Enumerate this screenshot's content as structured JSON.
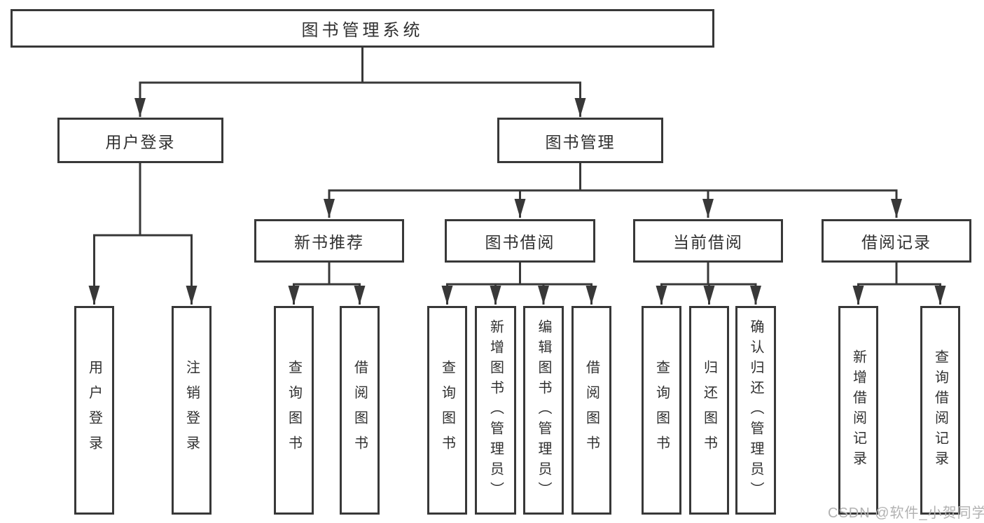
{
  "colors": {
    "line": "#383838",
    "node_border": "#383838",
    "text": "#303030",
    "watermark": "#b2b2b2",
    "background": "#ffffff"
  },
  "watermark": {
    "text": "CSDN @软件_小贺同学"
  },
  "diagram": {
    "root": "图书管理系统",
    "branches": [
      {
        "label": "用户登录",
        "children": [
          "用户登录",
          "注销登录"
        ]
      },
      {
        "label": "图书管理",
        "children": [
          {
            "label": "新书推荐",
            "children": [
              "查询图书",
              "借阅图书"
            ]
          },
          {
            "label": "图书借阅",
            "children": [
              "查询图书",
              "新增图书（管理员）",
              "编辑图书（管理员）",
              "借阅图书"
            ]
          },
          {
            "label": "当前借阅",
            "children": [
              "查询图书",
              "归还图书",
              "确认归还（管理员）"
            ]
          },
          {
            "label": "借阅记录",
            "children": [
              "新增借阅记录",
              "查询借阅记录"
            ]
          }
        ]
      }
    ]
  }
}
